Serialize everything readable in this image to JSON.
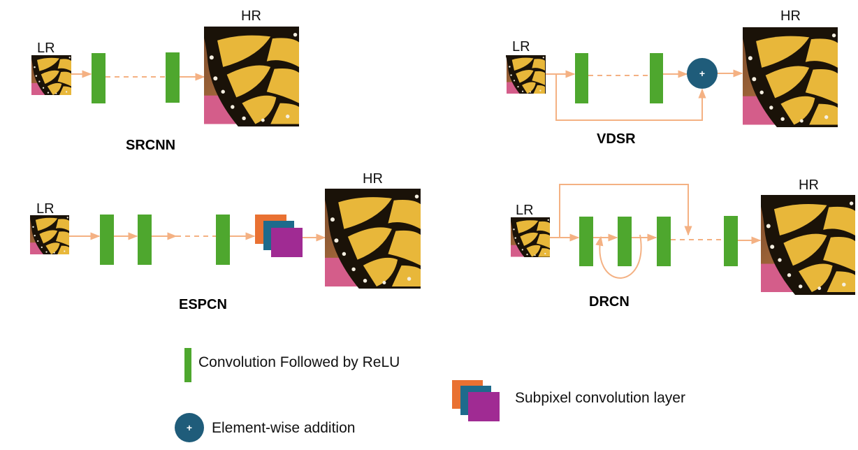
{
  "labels": {
    "lr": "LR",
    "hr": "HR",
    "plus": "+"
  },
  "panels": {
    "srcnn": {
      "title": "SRCNN"
    },
    "vdsr": {
      "title": "VDSR"
    },
    "espcn": {
      "title": "ESPCN"
    },
    "drcn": {
      "title": "DRCN"
    }
  },
  "legend": {
    "conv_relu": "Convolution Followed by ReLU",
    "element_wise_addition": "Element-wise addition",
    "subpixel_conv": "Subpixel convolution  layer"
  },
  "colors": {
    "conv_green": "#4ea72e",
    "connector_peach": "#f4b183",
    "add_node_blue": "#1f5c7a",
    "subpixel_orange": "#e97132",
    "subpixel_teal": "#1e6b8c",
    "subpixel_purple": "#a02b93",
    "butterfly_yellow": "#e8b73a",
    "butterfly_black": "#1a1208"
  },
  "icons": {
    "lr_image": "butterfly-image-icon",
    "hr_image": "butterfly-image-icon"
  }
}
